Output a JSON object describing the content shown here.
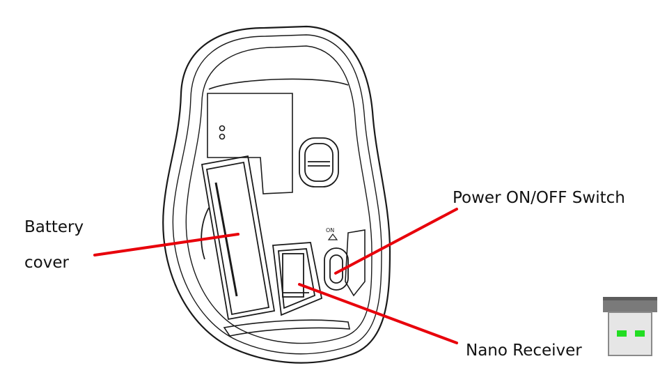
{
  "labels": {
    "battery_line1": "Battery",
    "battery_line2": "cover",
    "power_switch": "Power ON/OFF Switch",
    "nano_receiver": "Nano Receiver"
  },
  "colors": {
    "callout_line": "#e8000b",
    "outline": "#1a1a1a",
    "usb_metal": "#b8b8b8",
    "usb_body": "#7a7a7a",
    "usb_led": "#22dd22"
  }
}
